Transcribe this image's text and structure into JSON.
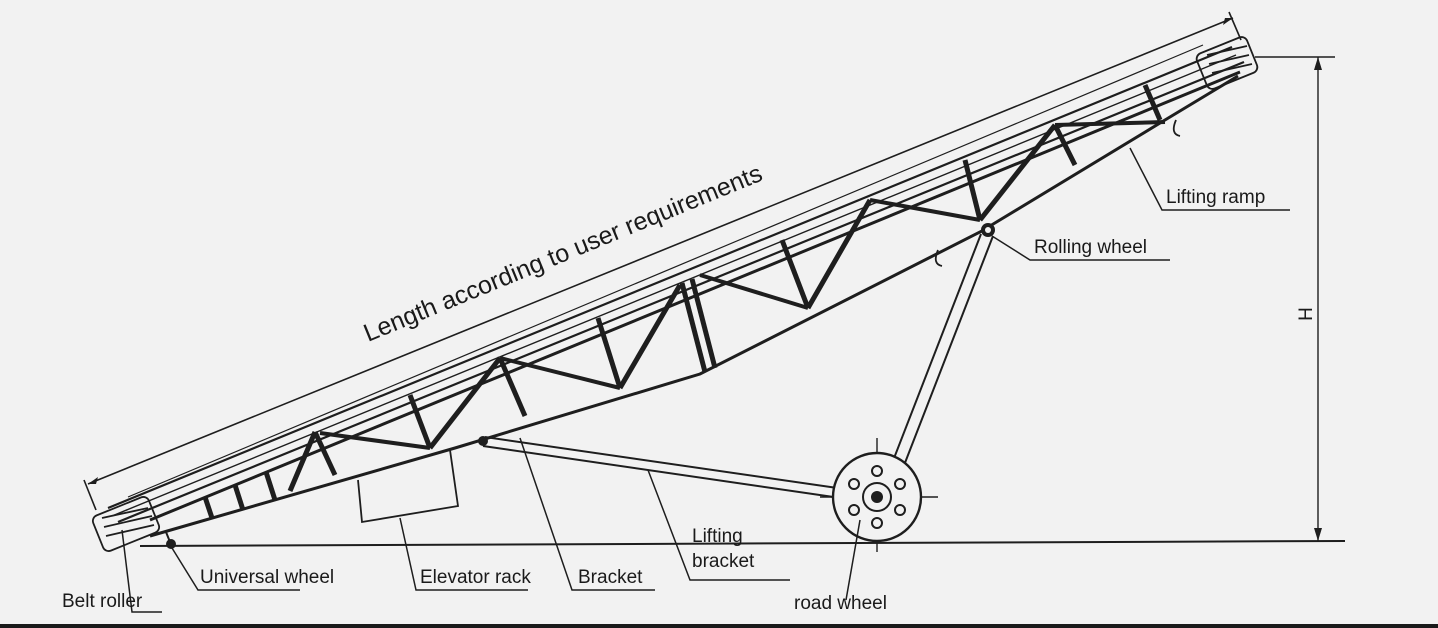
{
  "diagram": {
    "length_caption": "Length according to user requirements",
    "height_symbol": "H",
    "labels": {
      "lifting_ramp": "Lifting ramp",
      "rolling_wheel": "Rolling wheel",
      "lifting_bracket_line1": "Lifting",
      "lifting_bracket_line2": "bracket",
      "universal_wheel": "Universal wheel",
      "elevator_rack": "Elevator rack",
      "bracket": "Bracket",
      "belt_roller": "Belt roller",
      "road_wheel": "road wheel"
    }
  }
}
